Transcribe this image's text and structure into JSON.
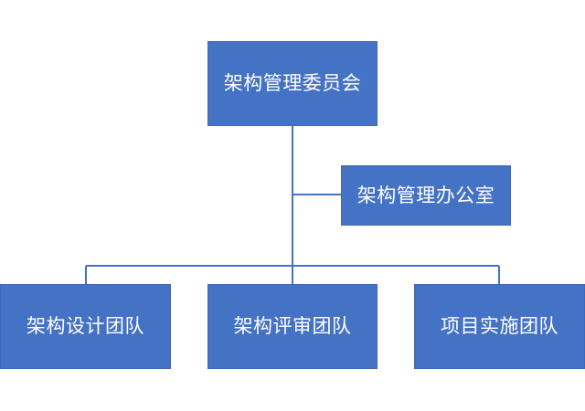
{
  "diagram": {
    "nodes": {
      "committee": "架构管理委员会",
      "office": "架构管理办公室",
      "design_team": "架构设计团队",
      "review_team": "架构评审团队",
      "implementation_team": "项目实施团队"
    },
    "colors": {
      "node_fill": "#4472c4",
      "node_border": "#3f68b4",
      "connector": "#4472c4",
      "text": "#ffffff",
      "background": "#ffffff"
    }
  }
}
